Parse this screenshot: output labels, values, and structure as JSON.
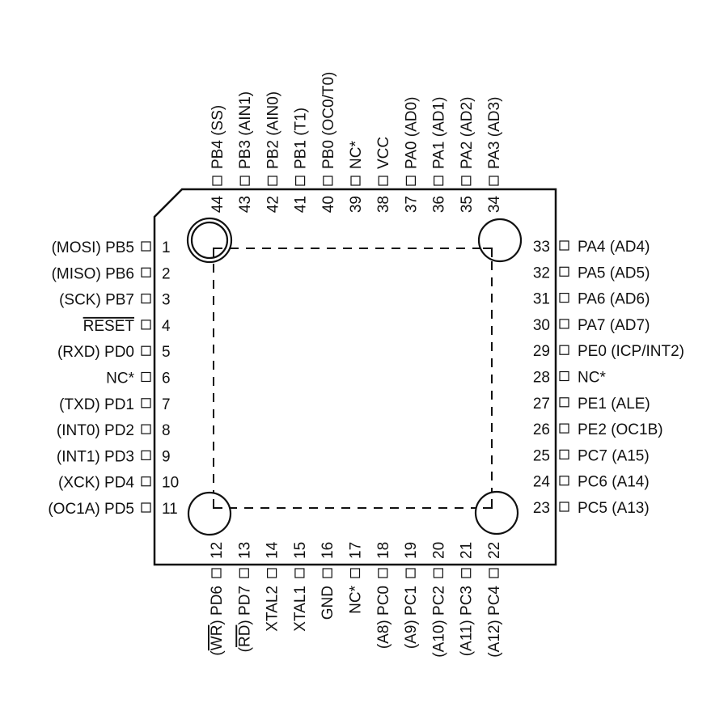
{
  "package": {
    "type": "TQFP-44 pinout",
    "colors": {
      "ink": "#111111",
      "background": "#ffffff"
    }
  },
  "pins": {
    "left": [
      {
        "num": "1",
        "prefix": "(MOSI) ",
        "name": "PB5"
      },
      {
        "num": "2",
        "prefix": "(MISO) ",
        "name": "PB6"
      },
      {
        "num": "3",
        "prefix": "(SCK) ",
        "name": "PB7"
      },
      {
        "num": "4",
        "prefix": "",
        "name": "RESET",
        "overline": true
      },
      {
        "num": "5",
        "prefix": "(RXD) ",
        "name": "PD0"
      },
      {
        "num": "6",
        "prefix": "",
        "name": "NC*"
      },
      {
        "num": "7",
        "prefix": "(TXD) ",
        "name": "PD1"
      },
      {
        "num": "8",
        "prefix": "(INT0) ",
        "name": "PD2"
      },
      {
        "num": "9",
        "prefix": "(INT1) ",
        "name": "PD3"
      },
      {
        "num": "10",
        "prefix": "(XCK) ",
        "name": "PD4"
      },
      {
        "num": "11",
        "prefix": "(OC1A) ",
        "name": "PD5"
      }
    ],
    "bottom": [
      {
        "num": "12",
        "label": "(WR) PD6",
        "overline_part": "WR"
      },
      {
        "num": "13",
        "label": "(RD) PD7",
        "overline_part": "RD"
      },
      {
        "num": "14",
        "label": "XTAL2"
      },
      {
        "num": "15",
        "label": "XTAL1"
      },
      {
        "num": "16",
        "label": "GND"
      },
      {
        "num": "17",
        "label": "NC*"
      },
      {
        "num": "18",
        "label": "(A8) PC0"
      },
      {
        "num": "19",
        "label": "(A9) PC1"
      },
      {
        "num": "20",
        "label": "(A10) PC2"
      },
      {
        "num": "21",
        "label": "(A11) PC3"
      },
      {
        "num": "22",
        "label": "(A12) PC4"
      }
    ],
    "right": [
      {
        "num": "23",
        "label": "PC5 (A13)"
      },
      {
        "num": "24",
        "label": "PC6 (A14)"
      },
      {
        "num": "25",
        "label": "PC7 (A15)"
      },
      {
        "num": "26",
        "label": "PE2 (OC1B)"
      },
      {
        "num": "27",
        "label": "PE1 (ALE)"
      },
      {
        "num": "28",
        "label": "NC*"
      },
      {
        "num": "29",
        "label": "PE0 (ICP/INT2)"
      },
      {
        "num": "30",
        "label": "PA7 (AD7)"
      },
      {
        "num": "31",
        "label": "PA6 (AD6)"
      },
      {
        "num": "32",
        "label": "PA5 (AD5)"
      },
      {
        "num": "33",
        "label": "PA4 (AD4)"
      }
    ],
    "top": [
      {
        "num": "34",
        "label": "PA3 (AD3)"
      },
      {
        "num": "35",
        "label": "PA2 (AD2)"
      },
      {
        "num": "36",
        "label": "PA1 (AD1)"
      },
      {
        "num": "37",
        "label": "PA0 (AD0)"
      },
      {
        "num": "38",
        "label": "VCC"
      },
      {
        "num": "39",
        "label": "NC*"
      },
      {
        "num": "40",
        "label": "PB0 (OC0/T0)"
      },
      {
        "num": "41",
        "label": "PB1 (T1)"
      },
      {
        "num": "42",
        "label": "PB2 (AIN0)"
      },
      {
        "num": "43",
        "label": "PB3 (AIN1)"
      },
      {
        "num": "44",
        "label": "PB4 (SS)"
      }
    ]
  }
}
